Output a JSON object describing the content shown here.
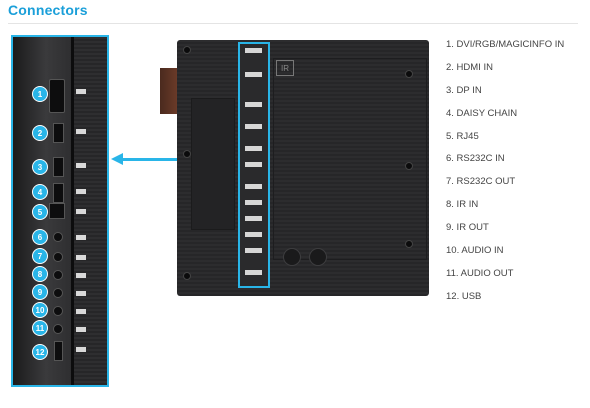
{
  "section": {
    "title": "Connectors"
  },
  "badges": [
    "1",
    "2",
    "3",
    "4",
    "5",
    "6",
    "7",
    "8",
    "9",
    "10",
    "11",
    "12"
  ],
  "monitor": {
    "ir_label": "IR"
  },
  "connectors": [
    {
      "label": "1. DVI/RGB/MAGICINFO IN"
    },
    {
      "label": "2. HDMI IN"
    },
    {
      "label": "3. DP IN"
    },
    {
      "label": "4. DAISY CHAIN"
    },
    {
      "label": "5. RJ45"
    },
    {
      "label": "6. RS232C IN"
    },
    {
      "label": "7. RS232C OUT"
    },
    {
      "label": "8. IR IN"
    },
    {
      "label": "9. IR OUT"
    },
    {
      "label": "10. AUDIO IN"
    },
    {
      "label": "11. AUDIO OUT"
    },
    {
      "label": "12. USB"
    }
  ],
  "colors": {
    "accent": "#29b5e8",
    "title": "#1a9fd9",
    "text": "#444444"
  }
}
